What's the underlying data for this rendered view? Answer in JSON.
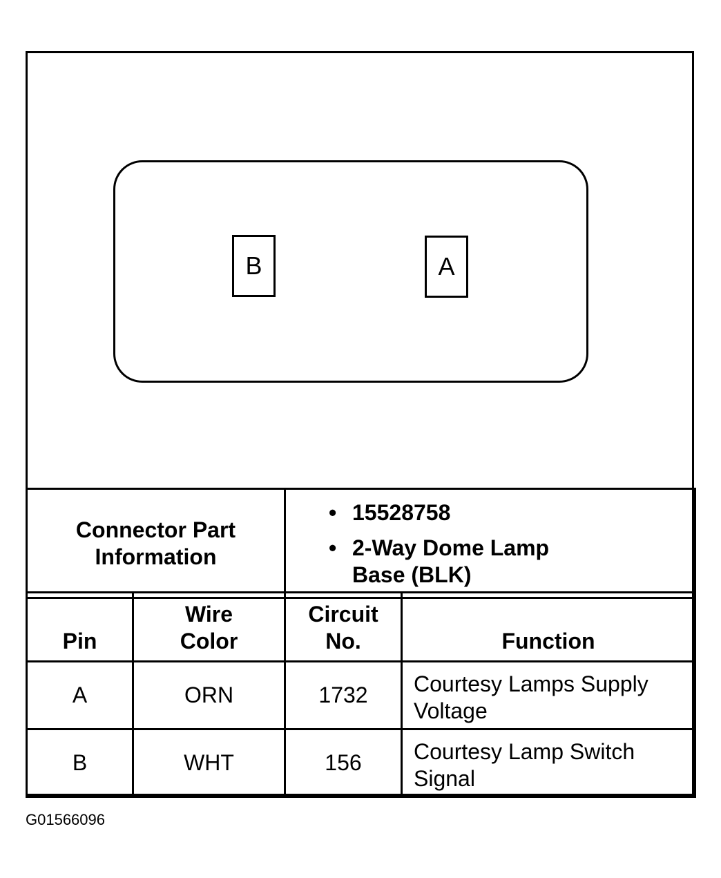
{
  "diagram": {
    "pin_b_label": "B",
    "pin_a_label": "A"
  },
  "connector_info": {
    "label_line1": "Connector Part",
    "label_line2": "Information",
    "part_number": "15528758",
    "description_line1": "2-Way Dome Lamp",
    "description_line2": "Base (BLK)"
  },
  "pin_table": {
    "headers": {
      "pin": "Pin",
      "wire_color_line1": "Wire",
      "wire_color_line2": "Color",
      "circuit_line1": "Circuit",
      "circuit_line2": "No.",
      "function": "Function"
    },
    "rows": [
      {
        "pin": "A",
        "wire_color": "ORN",
        "circuit": "1732",
        "function_line1": "Courtesy Lamps Supply",
        "function_line2": "Voltage"
      },
      {
        "pin": "B",
        "wire_color": "WHT",
        "circuit": "156",
        "function_line1": "Courtesy Lamp Switch",
        "function_line2": "Signal"
      }
    ]
  },
  "figure_id": "G01566096"
}
